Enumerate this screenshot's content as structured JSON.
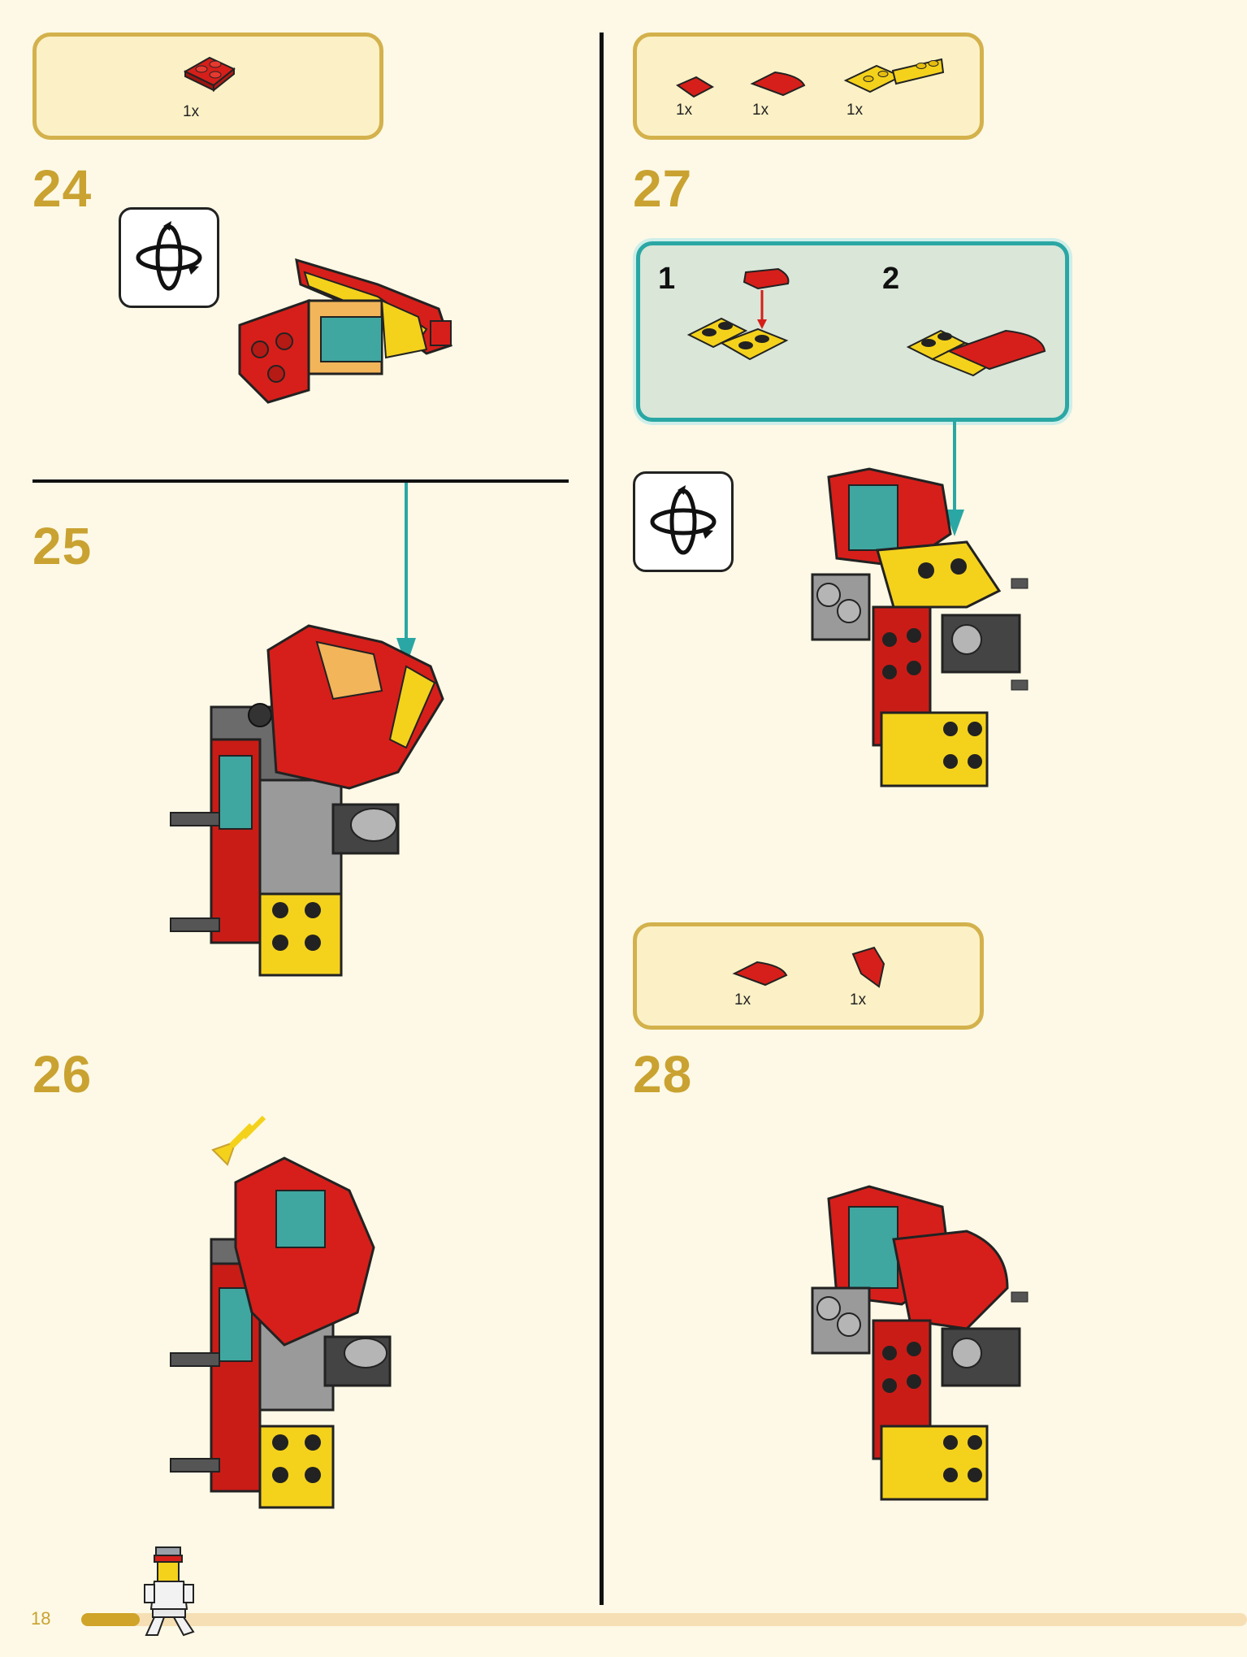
{
  "page": {
    "number": "18",
    "progress": 0.05
  },
  "steps": [
    {
      "number": "24",
      "parts": [
        {
          "qty": "1x",
          "icon": "red-plate-2x2-corner"
        }
      ],
      "rotate_icon": "rotate-model-icon"
    },
    {
      "number": "25"
    },
    {
      "number": "26"
    },
    {
      "number": "27",
      "parts": [
        {
          "qty": "1x",
          "icon": "red-wedge-small"
        },
        {
          "qty": "1x",
          "icon": "red-curved-slope"
        },
        {
          "qty": "1x",
          "icon": "yellow-hinge-plate"
        }
      ],
      "substeps": [
        "1",
        "2"
      ],
      "rotate_icon": "rotate-model-icon"
    },
    {
      "number": "28",
      "parts": [
        {
          "qty": "1x",
          "icon": "red-curved-slope"
        },
        {
          "qty": "1x",
          "icon": "red-wedge-plate"
        }
      ]
    }
  ],
  "colors": {
    "accent": "#c9a231",
    "callout": "#2aa7a4",
    "brick_red": "#d61f1a",
    "brick_yellow": "#f4d21c"
  }
}
